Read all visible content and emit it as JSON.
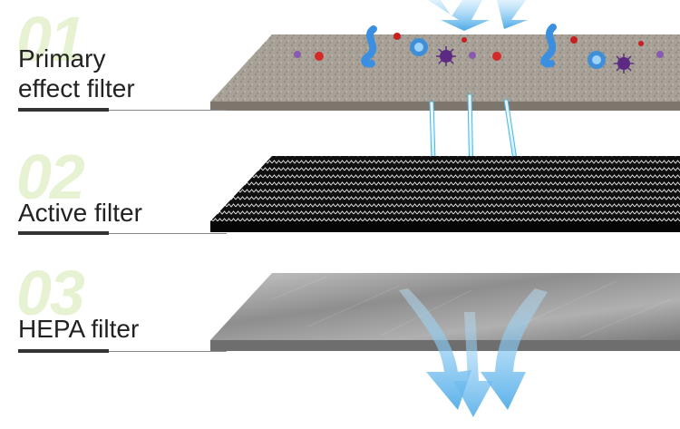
{
  "layers": [
    {
      "number": "01",
      "label_line1": "Primary",
      "label_line2": "effect filter"
    },
    {
      "number": "02",
      "label": "Active filter"
    },
    {
      "number": "03",
      "label": "HEPA filter"
    }
  ],
  "colors": {
    "airflow": "#5fb6ea",
    "number_watermark": "#e6f2d2",
    "text": "#222222",
    "primary_layer": "#a09a92",
    "active_layer": "#111111",
    "hepa_layer": "#9a9a9a"
  }
}
